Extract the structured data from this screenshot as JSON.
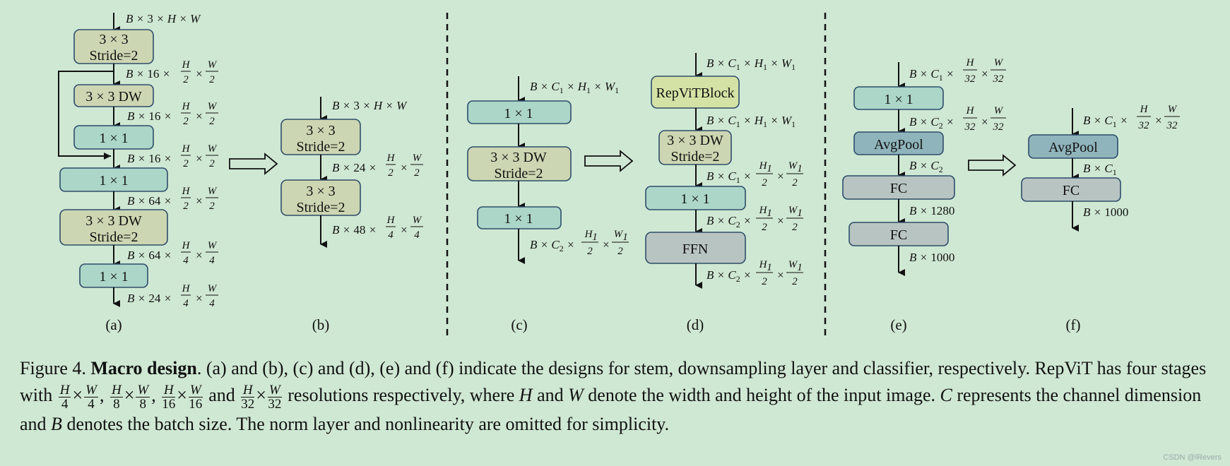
{
  "panels": {
    "a": "(a)",
    "b": "(b)",
    "c": "(c)",
    "d": "(d)",
    "e": "(e)",
    "f": "(f)"
  },
  "blocks": {
    "conv3x3": "3 × 3",
    "stride2": "Stride=2",
    "dw3x3": "3 × 3 DW",
    "pw1x1": "1 × 1",
    "repvit": "RepViTBlock",
    "ffn": "FFN",
    "avgpool": "AvgPool",
    "fc": "FC"
  },
  "labels": {
    "B": "B",
    "C1": "C",
    "C2": "C",
    "H": "H",
    "W": "W",
    "n3": "3",
    "n16": "16",
    "n24": "24",
    "n48": "48",
    "n64": "64",
    "n1280": "1280",
    "n1000": "1000",
    "sub1": "1",
    "sub2": "2",
    "d2": "2",
    "d4": "4",
    "d32": "32"
  },
  "caption": {
    "fig": "Figure 4.",
    "title": "Macro design",
    "part1": ". (a) and (b), (c) and (d), (e) and (f) indicate the designs for stem, downsampling layer and classifier, respectively. RepViT has four stages with",
    "res_times": "×",
    "frac_H": "H",
    "frac_W": "W",
    "d4": "4",
    "d8": "8",
    "d16": "16",
    "d32": "32",
    "comma": ",",
    "and": "and",
    "part2": "resolutions respectively, where",
    "H": "H",
    "and2": "and",
    "W": "W",
    "part3": "denote the width and height of the input image.",
    "C": "C",
    "part4": "represents the channel dimension and",
    "B": "B",
    "part5": "denotes the batch size. The norm layer and nonlinearity are omitted for simplicity."
  },
  "watermark": "CSDN @lRevers",
  "colors": {
    "background": "#cfe8d3",
    "conv_block": "#cdd6b2",
    "pw_block": "#acd6c8",
    "pool_block": "#8fb4bb",
    "fc_block": "#b8c4c1",
    "repvit_block": "#d4e3a5"
  }
}
